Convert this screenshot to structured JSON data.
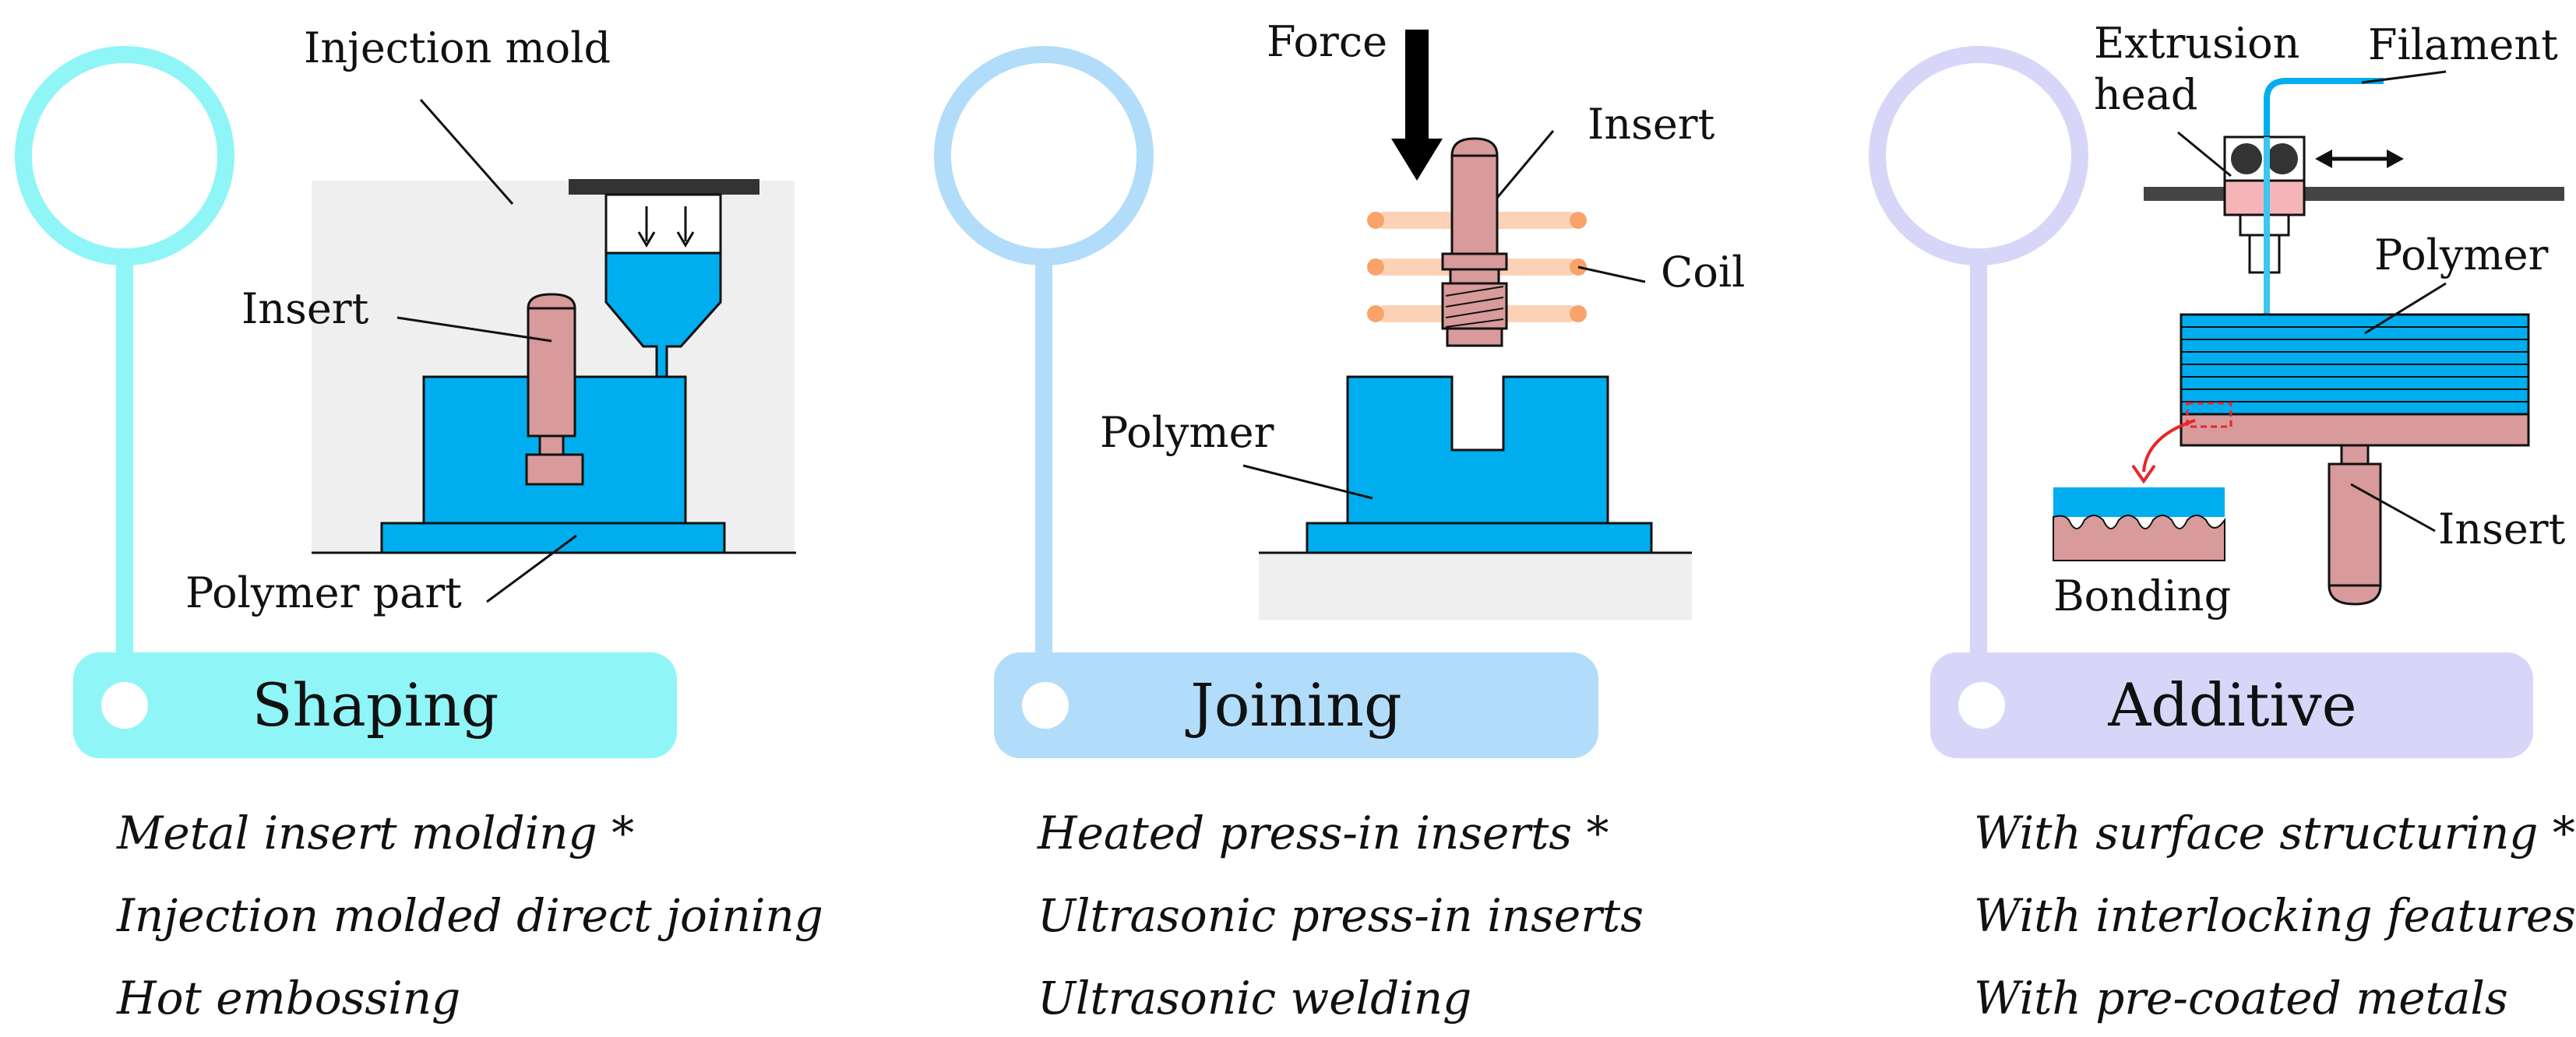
{
  "panels": [
    {
      "category": "Shaping",
      "color": "#8ff5f7",
      "processes": [
        "Metal insert molding *",
        "Injection molded direct joining",
        "Hot embossing"
      ],
      "labels": {
        "mold": "Injection mold",
        "insert": "Insert",
        "part": "Polymer part"
      }
    },
    {
      "category": "Joining",
      "color": "#b1ddfa",
      "processes": [
        "Heated press-in inserts *",
        "Ultrasonic press-in inserts",
        "Ultrasonic welding"
      ],
      "labels": {
        "force": "Force",
        "insert": "Insert",
        "coil": "Coil",
        "polymer": "Polymer"
      }
    },
    {
      "category": "Additive",
      "color": "#d8d6f8",
      "processes": [
        "With surface structuring *",
        "With interlocking features",
        "With pre-coated metals"
      ],
      "labels": {
        "extrusion_line1": "Extrusion",
        "extrusion_line2": "head",
        "filament": "Filament",
        "polymer": "Polymer",
        "insert": "Insert",
        "bonding": "Bonding"
      }
    }
  ],
  "colors": {
    "polymer": "#00aeef",
    "insert": "#d89a9b",
    "mold_bg": "#efefef",
    "coil": "#f9a36a",
    "bond_red": "#e8262b"
  }
}
